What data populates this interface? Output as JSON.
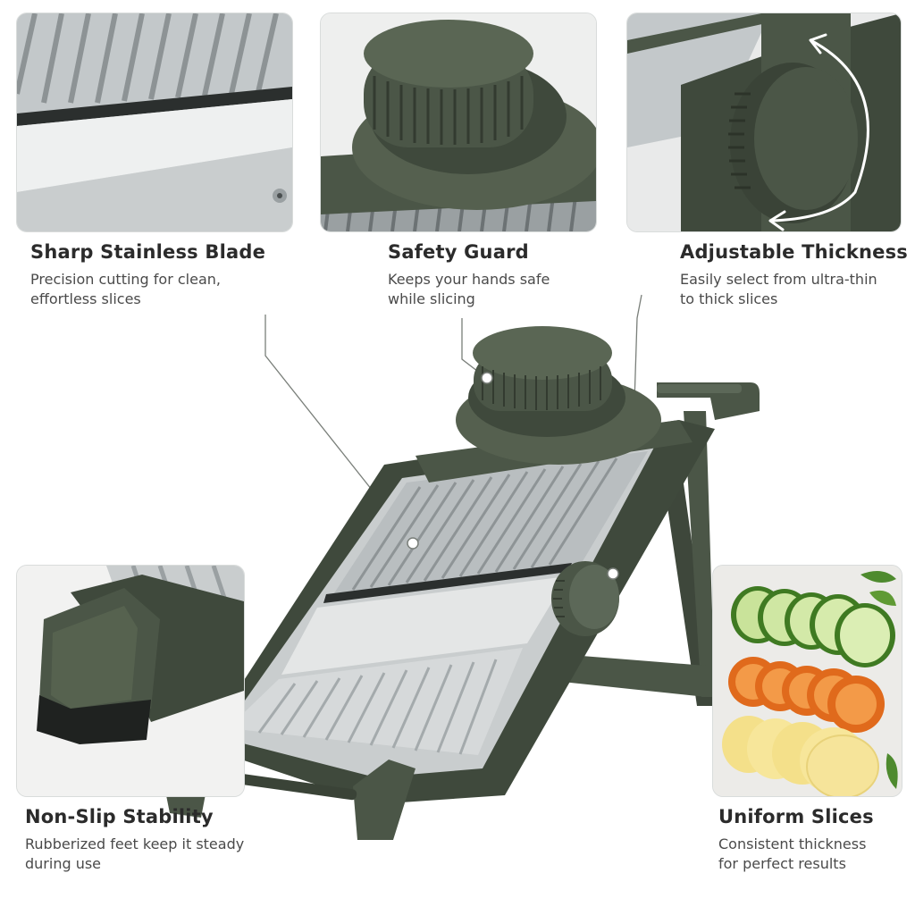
{
  "colors": {
    "body_green": "#4b5647",
    "body_green_dark": "#3a4337",
    "steel": "#cfd3d4",
    "steel_dark": "#9aa0a2",
    "panel_border": "#d9dcdb",
    "cucumber": "#7cb342",
    "carrot": "#f07f2c",
    "potato": "#f4e08a"
  },
  "features": [
    {
      "id": "blade",
      "title": "Sharp Stainless Blade",
      "desc": "Precision cutting for clean,\neffortless slices"
    },
    {
      "id": "guard",
      "title": "Safety Guard",
      "desc": "Keeps your hands safe\nwhile slicing"
    },
    {
      "id": "thickness",
      "title": "Adjustable Thickness",
      "desc": "Easily select from ultra-thin\nto thick slices"
    },
    {
      "id": "nonslip",
      "title": "Non-Slip Stability",
      "desc": "Rubberized feet keep it steady\nduring use"
    },
    {
      "id": "uniform",
      "title": "Uniform Slices",
      "desc": "Consistent thickness\nfor perfect results"
    }
  ],
  "panels": [
    {
      "id": "blade",
      "subject": "stainless-blade-closeup"
    },
    {
      "id": "guard",
      "subject": "safety-guard-knob-closeup"
    },
    {
      "id": "thickness",
      "subject": "thickness-dial-closeup",
      "indicator": "rotate-arrow-icon"
    },
    {
      "id": "nonslip",
      "subject": "rubber-foot-closeup"
    },
    {
      "id": "uniform",
      "subject": "sliced-vegetables"
    }
  ]
}
